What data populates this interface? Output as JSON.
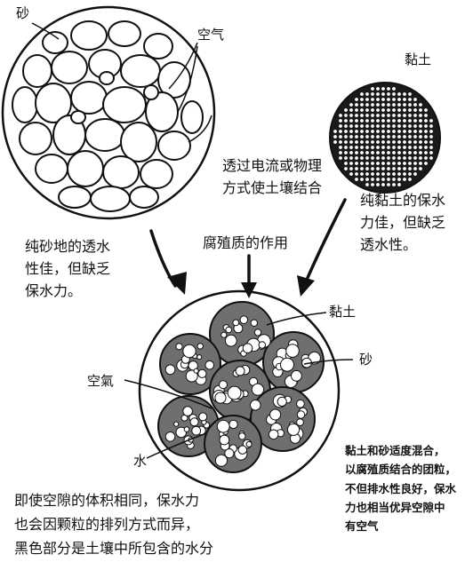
{
  "labels": {
    "sand_top": "砂",
    "air_top": "空气",
    "clay_top": "黏土",
    "mid_top": [
      "透过电流或物理",
      "方式使土壤结合"
    ],
    "clay_desc": [
      "纯黏土的保水",
      "力佳，但缺乏",
      "透水性。"
    ],
    "sand_desc": [
      "纯砂地的透水",
      "性佳，但缺乏",
      "保水力。"
    ],
    "humus": "腐殖质的作用",
    "clay_bottom": "黏土",
    "sand_bottom": "砂",
    "air_bottom": "空氣",
    "water": "水",
    "mix_desc": [
      "黏土和砂适度混合，",
      "以腐殖质结合的团粒，",
      "不但排水性良好，保水",
      "力也相当优异空隙中",
      "有空气"
    ],
    "bottom_desc": [
      "即使空隙的体积相同，保水力",
      "也会因颗粒的排列方式而异，",
      "黑色部分是土壤中所包含的水分"
    ]
  },
  "colors": {
    "line": "#111111",
    "aggregate_gray": "#6f6f6f",
    "clay_dark": "#1a1a1a"
  }
}
